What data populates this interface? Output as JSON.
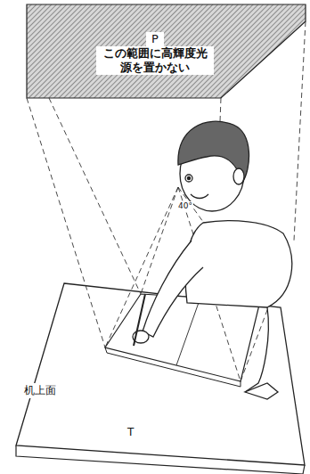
{
  "diagram": {
    "nodes": [
      {
        "text": [
          "P",
          "この範囲に高輝度光源を置かない"
        ]
      }
    ],
    "labels": [
      "40°",
      "机上面",
      "T"
    ]
  }
}
